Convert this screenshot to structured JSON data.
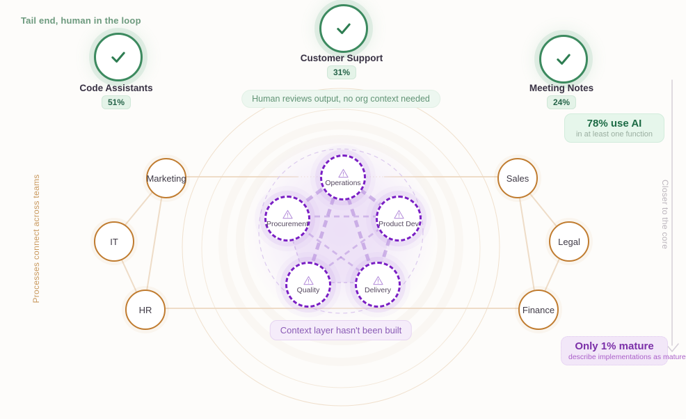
{
  "header": {
    "eyebrow": "Tail end, human in the loop"
  },
  "outer_layer": {
    "functions": [
      {
        "label": "Code Assistants",
        "value": "51%"
      },
      {
        "label": "Customer Support",
        "value": "31%"
      },
      {
        "label": "Meeting Notes",
        "value": "24%"
      }
    ],
    "note": "Human reviews output, no org context needed",
    "stat": {
      "title": "78% use AI",
      "subtitle": "in at least one function"
    }
  },
  "middle_layer": {
    "axis_label": "Processes connect across teams",
    "teams": [
      {
        "label": "Marketing"
      },
      {
        "label": "IT"
      },
      {
        "label": "HR"
      },
      {
        "label": "Sales"
      },
      {
        "label": "Legal"
      },
      {
        "label": "Finance"
      }
    ]
  },
  "core_layer": {
    "nodes": [
      {
        "label": "Operations"
      },
      {
        "label": "Procurement"
      },
      {
        "label": "Product Dev"
      },
      {
        "label": "Quality"
      },
      {
        "label": "Delivery"
      }
    ],
    "note": "Context layer hasn't been built",
    "stat": {
      "title": "Only 1% mature",
      "subtitle": "describe implementations as mature"
    }
  },
  "right_axis": {
    "label": "Closer to the core"
  },
  "colors": {
    "green_ring": "#3c8a5f",
    "green_text": "#1d6b45",
    "orange_ring": "#c07c30",
    "tan_line": "#edd9c2",
    "purple_ring": "#7a1fc4",
    "purple_text": "#7b2fa8",
    "lavender_line": "#a77ad6",
    "background": "#fdfcfa"
  }
}
